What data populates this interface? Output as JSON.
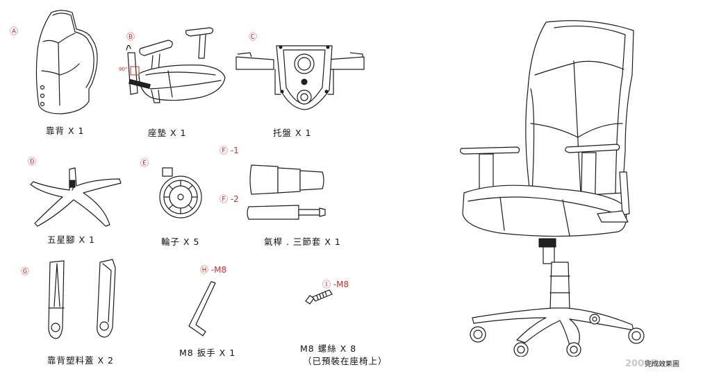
{
  "parts": [
    {
      "id": "A",
      "marker": "Ⓐ",
      "caption": "靠背 X 1"
    },
    {
      "id": "B",
      "marker": "Ⓑ",
      "caption": "座墊 X 1",
      "angle_label": "90°"
    },
    {
      "id": "C",
      "marker": "Ⓒ",
      "caption": "托盤 X 1"
    },
    {
      "id": "D",
      "marker": "Ⓓ",
      "caption": "五星腳 X 1"
    },
    {
      "id": "E",
      "marker": "Ⓔ",
      "caption": "輪子 X 5"
    },
    {
      "id": "F",
      "marker_1": "Ⓕ -1",
      "marker_2": "Ⓕ -2",
      "caption": "氣桿 . 三節套 X 1"
    },
    {
      "id": "G",
      "marker": "Ⓖ",
      "caption": "靠背塑料蓋 X 2"
    },
    {
      "id": "H",
      "marker": "Ⓗ -M8",
      "caption": "M8 扳手 X 1"
    },
    {
      "id": "I",
      "marker": "Ⓘ -M8",
      "caption": "M8 螺絲 X 8",
      "note": "（已預裝在座椅上）"
    }
  ],
  "watermark": {
    "brand": "2000Fun",
    "label": "完成效果圖"
  }
}
